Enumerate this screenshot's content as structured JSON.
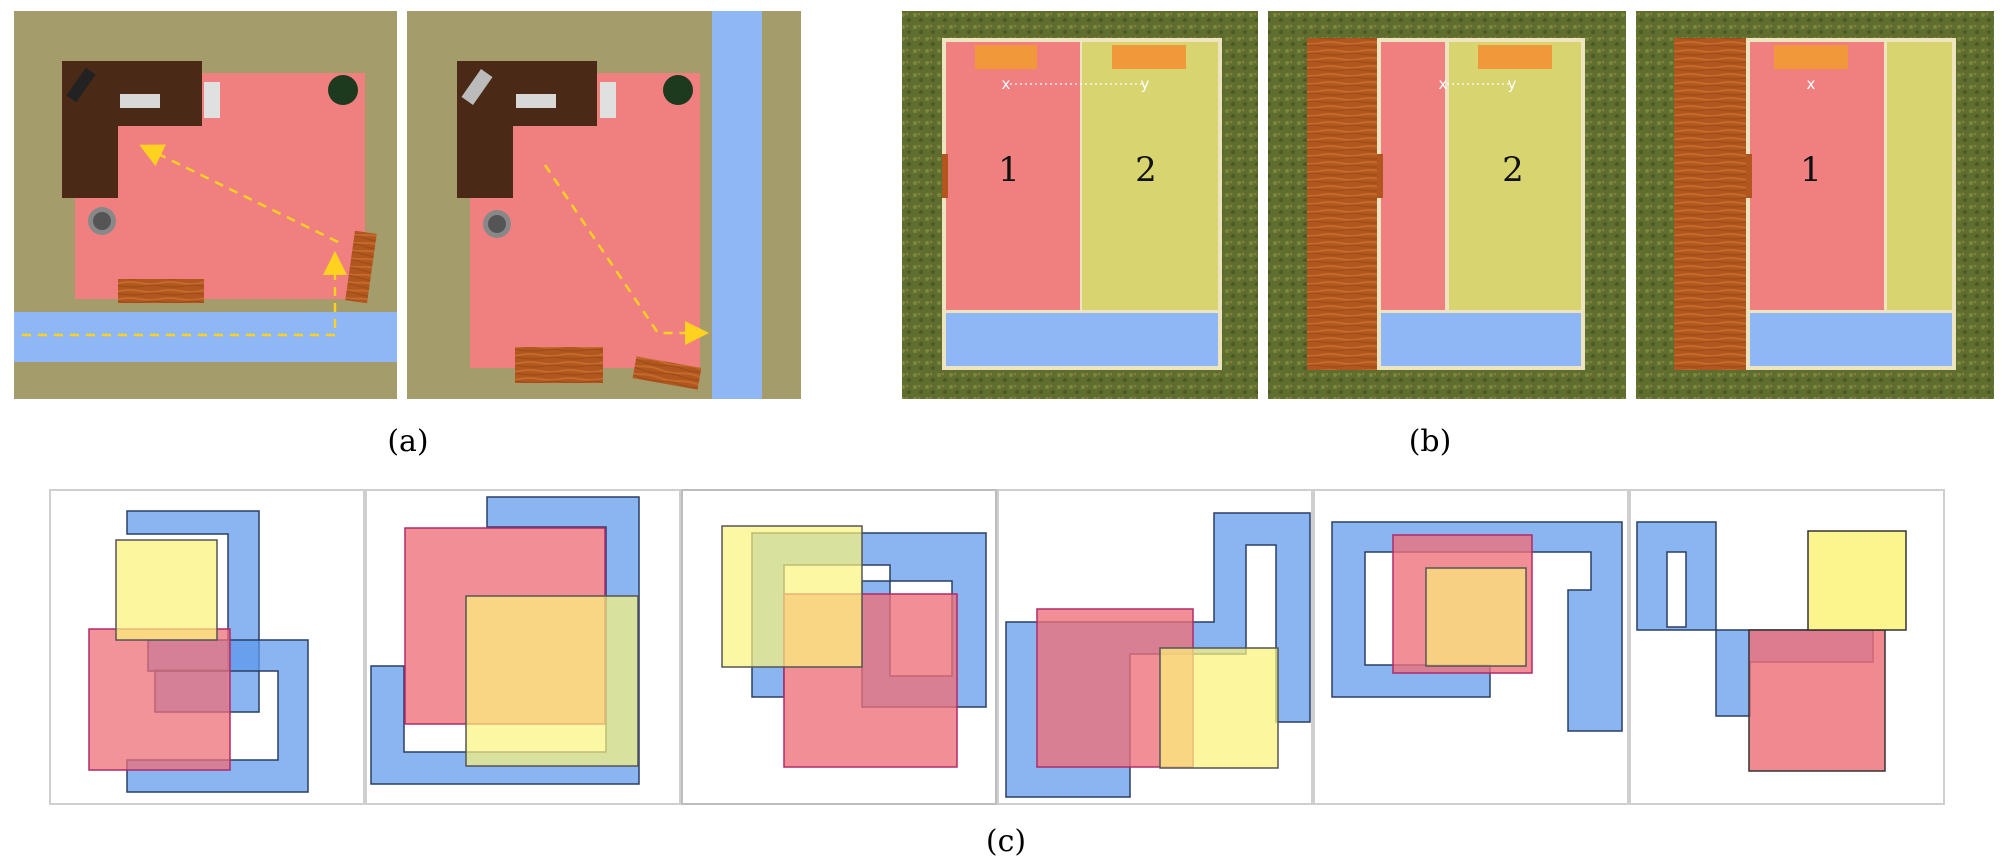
{
  "captions": {
    "a": "(a)",
    "b": "(b)",
    "c": "(c)"
  },
  "panel_b": {
    "room_labels": [
      "1",
      "2",
      "2",
      "1"
    ],
    "point_labels": [
      "x",
      "y",
      "x",
      "y",
      "x"
    ]
  },
  "colors": {
    "room_red": "#f08080",
    "room_yellow": "#d8d470",
    "corridor_blue": "#8fb7f5",
    "ground_tan": "#a59c6c",
    "grass": "#5f6e2e",
    "wood": "#b0561e",
    "desk": "#4a2a16",
    "path_arrow": "#ffd21f",
    "overlay_red": "#ee6f78",
    "overlay_yellow": "#fbf37a",
    "overlay_blue": "#5d98ec"
  }
}
